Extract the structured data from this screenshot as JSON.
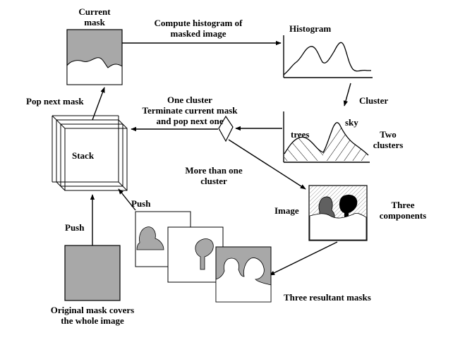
{
  "labels": {
    "current_mask": [
      "Current",
      "mask"
    ],
    "compute_histogram": [
      "Compute histogram of",
      "masked image"
    ],
    "histogram": "Histogram",
    "cluster": "Cluster",
    "sky": "sky",
    "trees": "trees",
    "two_clusters": [
      "Two",
      "clusters"
    ],
    "one_cluster": [
      "One cluster",
      "Terminate current mask",
      "and pop next one"
    ],
    "pop_next_mask": "Pop  next  mask",
    "stack": "Stack",
    "more_than_one_cluster": [
      "More than one",
      "cluster"
    ],
    "image": "Image",
    "three_components": [
      "Three",
      "components"
    ],
    "push_upper": "Push",
    "push_lower": "Push",
    "three_resultant_masks": "Three resultant masks",
    "original_mask": [
      "Original mask covers",
      "the whole image"
    ]
  },
  "colors": {
    "mask_gray": "#a8a8a8",
    "component_dark": "#606060",
    "component_black": "#000000",
    "line": "#000000"
  }
}
